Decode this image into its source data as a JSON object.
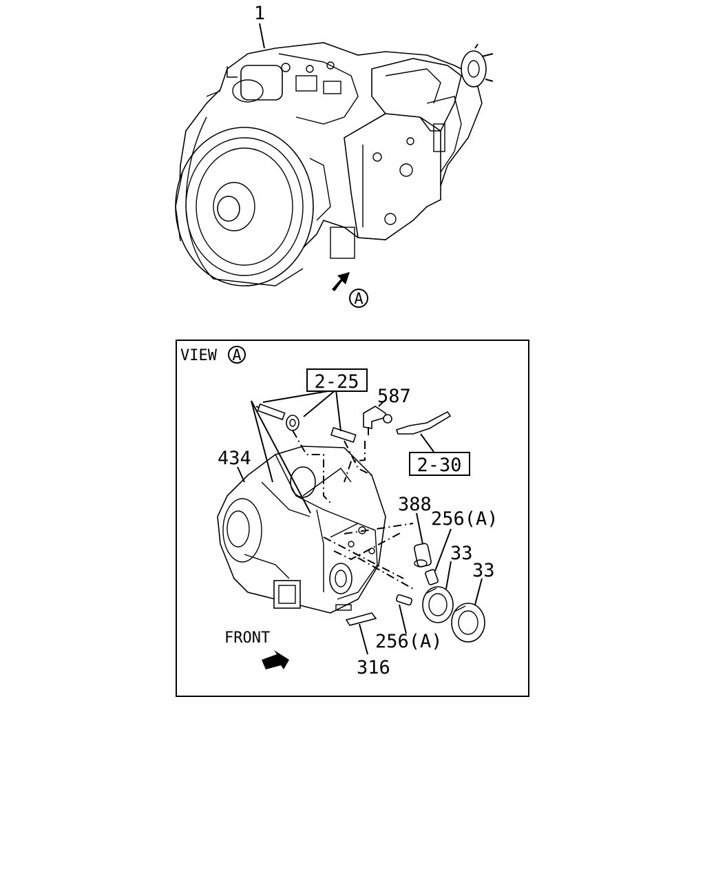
{
  "labels": {
    "assembly": "1",
    "view_marker": "A",
    "view_title": "VIEW",
    "view_title_marker": "A",
    "ref_2_25": "2-25",
    "ref_2_30": "2-30",
    "part_587": "587",
    "part_434": "434",
    "part_388": "388",
    "part_256_upper": "256(A)",
    "part_33_left": "33",
    "part_33_right": "33",
    "part_256_lower": "256(A)",
    "part_316": "316",
    "front": "FRONT"
  }
}
